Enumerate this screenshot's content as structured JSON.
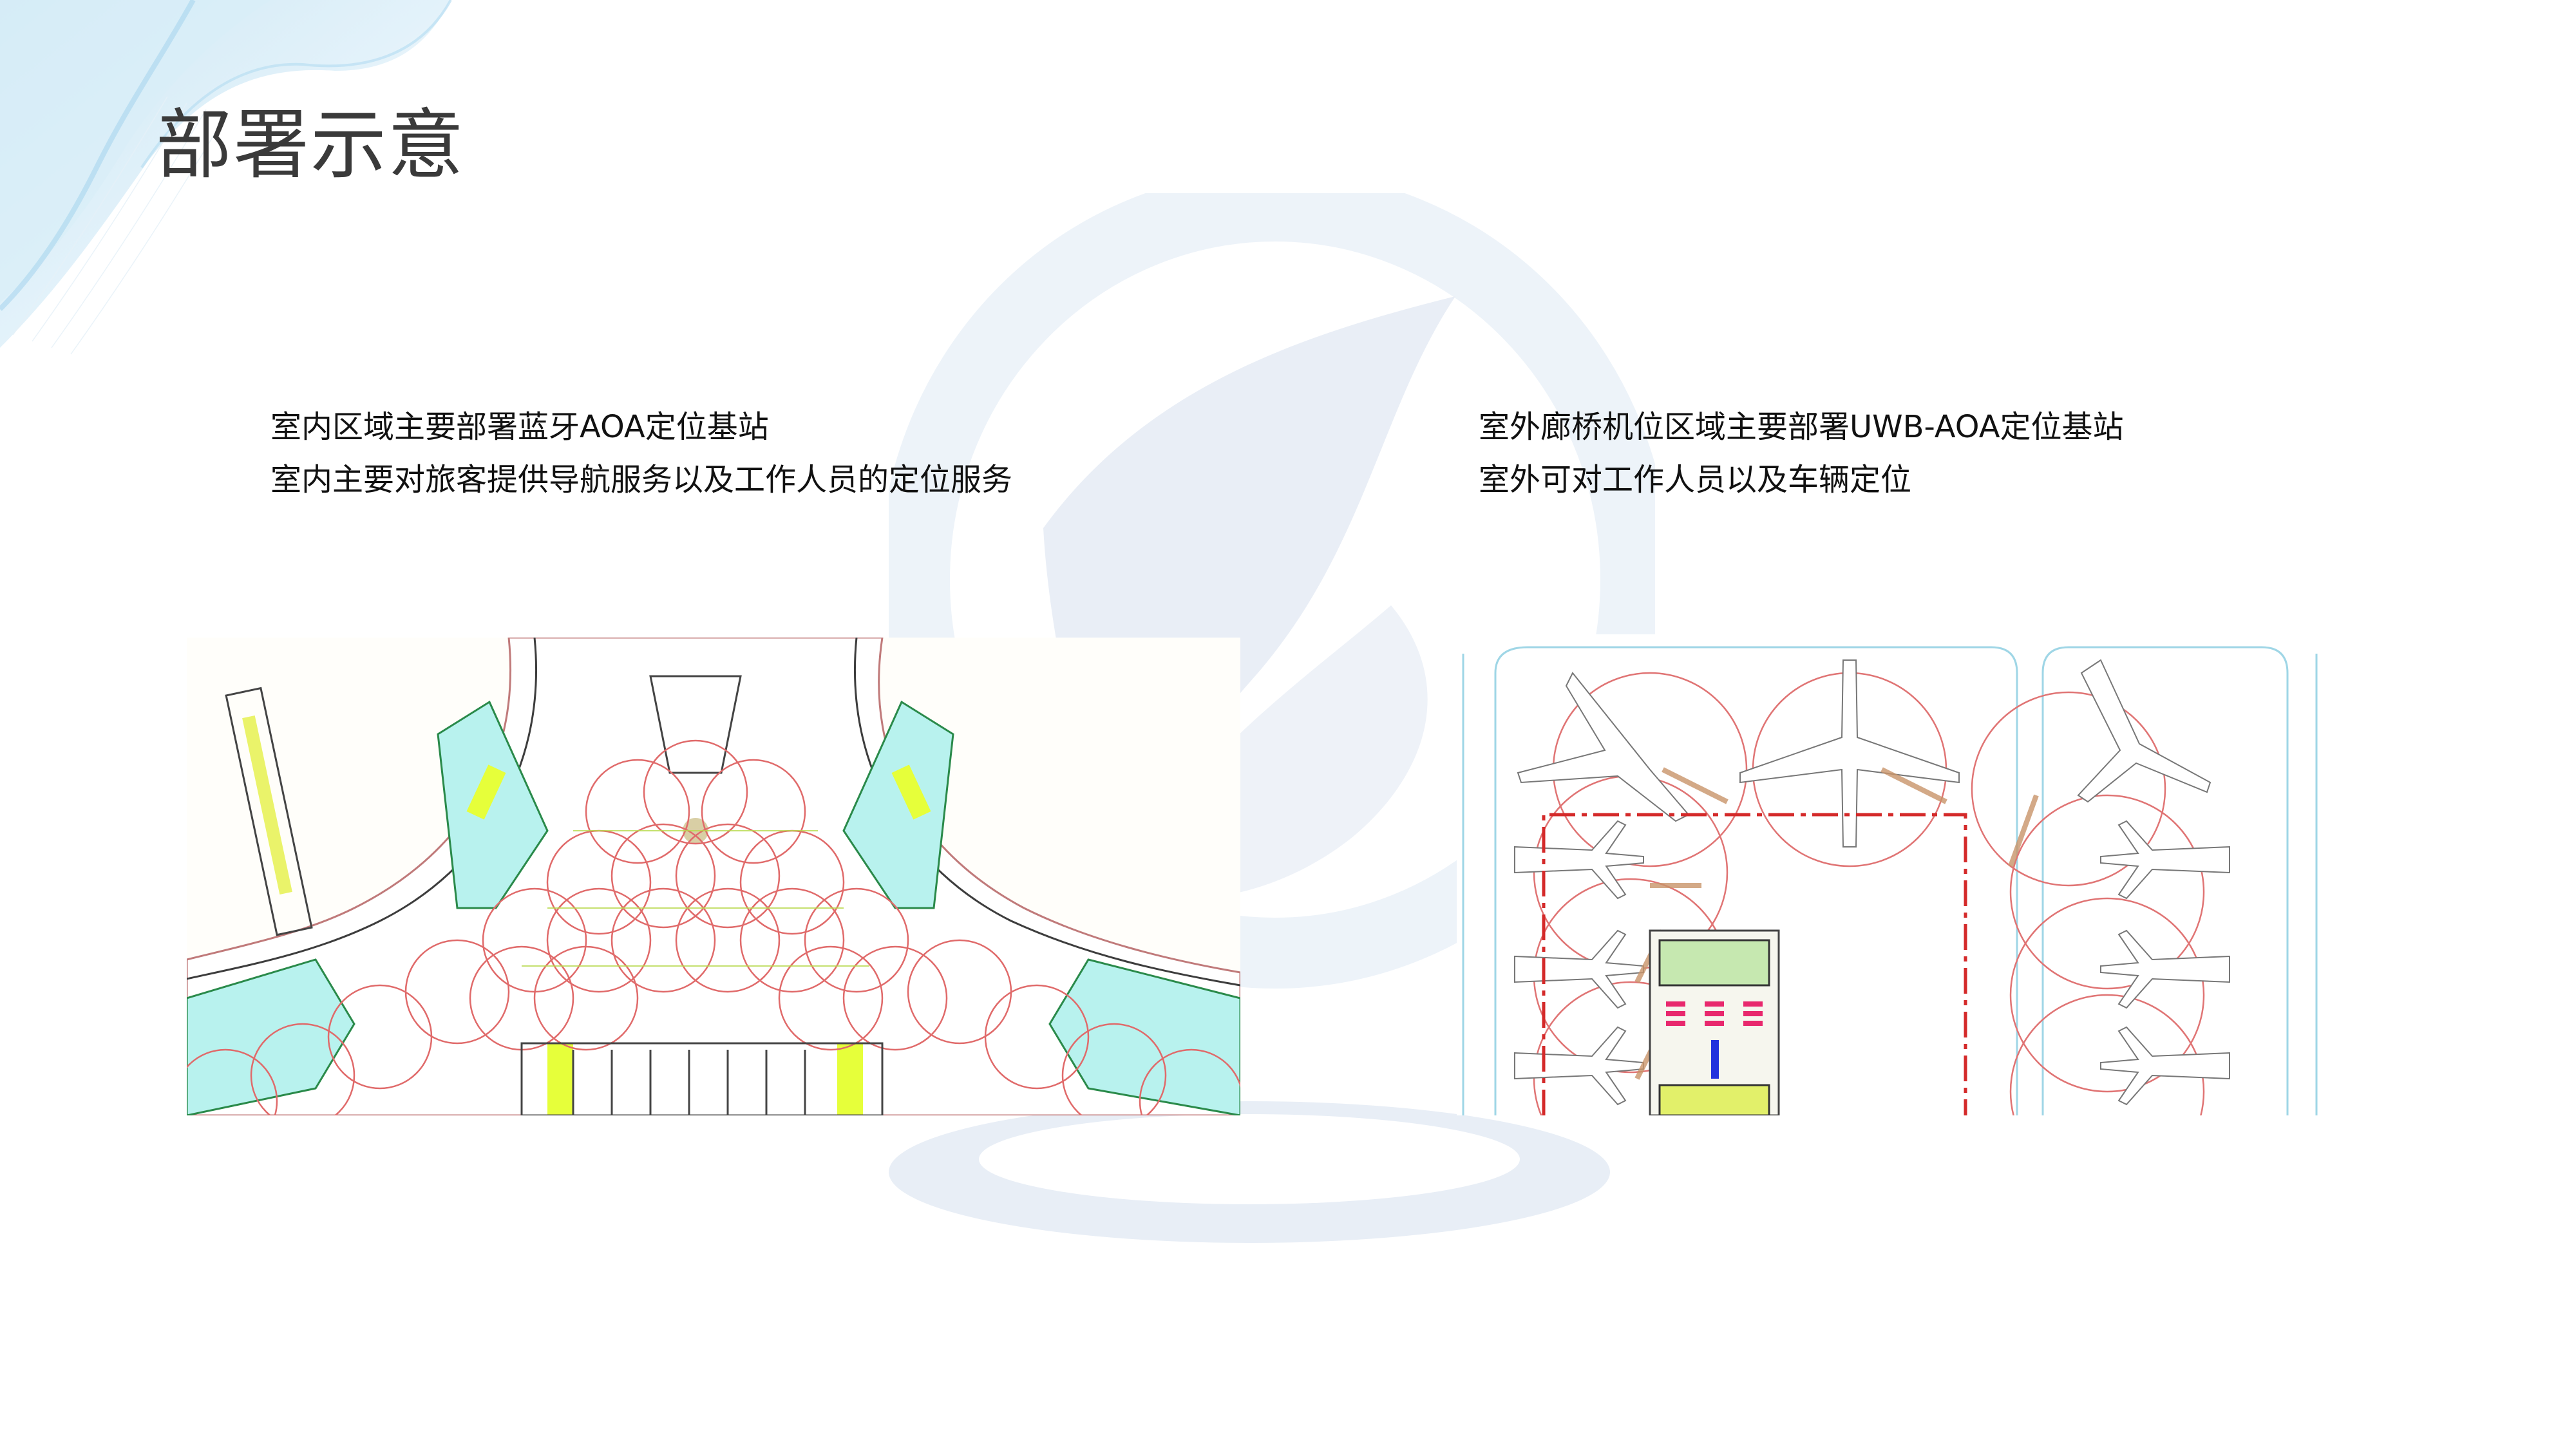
{
  "slide": {
    "title": "部署示意",
    "background_color": "#ffffff",
    "accent_color": "#9ecfe8"
  },
  "indoor": {
    "lines": [
      "室内区域主要部署蓝牙AOA定位基站",
      "室内主要对旅客提供导航服务以及工作人员的定位服务"
    ],
    "figure": {
      "icon": "indoor-floorplan-diagram",
      "description": "航站楼室内平面图及蓝牙AOA基站覆盖圈"
    }
  },
  "outdoor": {
    "lines": [
      "室外廊桥机位区域主要部署UWB-AOA定位基站",
      "室外可对工作人员以及车辆定位"
    ],
    "figure": {
      "icon": "apron-gate-diagram",
      "description": "廊桥机位平面图及UWB-AOA基站覆盖圈"
    }
  },
  "decor": {
    "top_left": "wave-swoosh",
    "center": "leaf-logo-watermark"
  }
}
